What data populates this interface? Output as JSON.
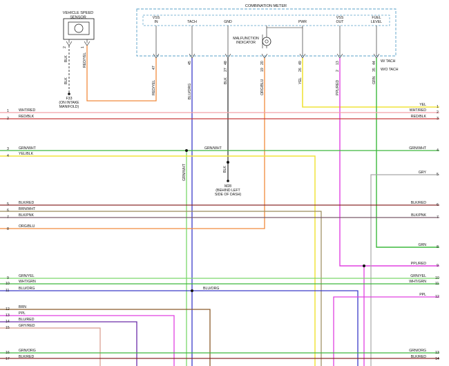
{
  "meter": {
    "title": "COMBINATION METER",
    "pins": [
      "VSS\nIN",
      "TACH",
      "GND",
      "PWR",
      "VSS\nOUT",
      "FUEL\nLEVEL"
    ],
    "indicator": "MALFUNCTION\nINDICATOR",
    "tach_notes": [
      "W/ TACH",
      "W/O TACH"
    ]
  },
  "sensor": {
    "title": "VEHICLE SPEED\nSENSOR",
    "pin_numbers": [
      "2",
      "1"
    ],
    "wire_colors": [
      "BLK",
      "RED/YEL"
    ]
  },
  "ground_f33": {
    "label": "F33\n(ON INTAKE\nMANIFOLD)",
    "wire": "BLK"
  },
  "ground_m28": {
    "label": "M28\n(BEHIND LEFT\nSIDE OF DASH)",
    "wire": "BLK"
  },
  "meter_wires": [
    {
      "pin": "47",
      "color": "RED/YEL"
    },
    {
      "pin": "45",
      "color": "BLU/ORG"
    },
    {
      "pin": "48",
      "pin_alt": "27",
      "color": "BLK"
    },
    {
      "pin": "20",
      "pin_alt": "19",
      "color": "ORG/BLU"
    },
    {
      "pin": "49",
      "pin_alt": "26",
      "color": "YEL"
    },
    {
      "pin": "13",
      "pin_alt": "2",
      "color": "PPL/RED"
    },
    {
      "pin": "44",
      "pin_alt": "35",
      "color": "GRN"
    }
  ],
  "trunk": {
    "grn_wht_vertical": "GRN/WHT",
    "blu_org_splice": "BLU/ORG",
    "grn_wht_mid": "GRN/WHT"
  },
  "left_rows": [
    {
      "num": "1",
      "label": "WHT/RED"
    },
    {
      "num": "2",
      "label": "RED/BLK"
    },
    {
      "num": "3",
      "label": "GRN/WHT"
    },
    {
      "num": "4",
      "label": "YEL/BLK"
    },
    {
      "num": "5",
      "label": "BLK/RED"
    },
    {
      "num": "6",
      "label": "BRN/WHT"
    },
    {
      "num": "7",
      "label": "BLK/PNK"
    },
    {
      "num": "8",
      "label": "ORG/BLU"
    },
    {
      "num": "9",
      "label": "GRN/YEL"
    },
    {
      "num": "10",
      "label": "WHT/GRN"
    },
    {
      "num": "11",
      "label": "BLU/ORG"
    },
    {
      "num": "12",
      "label": "BRN"
    },
    {
      "num": "13",
      "label": "PPL"
    },
    {
      "num": "14",
      "label": "BLU/RED"
    },
    {
      "num": "15",
      "label": "GRY/RED"
    },
    {
      "num": "16",
      "label": "GRN/ORG"
    },
    {
      "num": "17",
      "label": "BLK/RED"
    }
  ],
  "right_rows": [
    {
      "num": "1",
      "label": "YEL"
    },
    {
      "num": "2",
      "label": "WHT/RED"
    },
    {
      "num": "3",
      "label": "RED/BLK"
    },
    {
      "num": "4",
      "label": "GRN/WHT"
    },
    {
      "num": "5",
      "label": "GRY"
    },
    {
      "num": "6",
      "label": "BLK/RED"
    },
    {
      "num": "7",
      "label": "BLK/PNK"
    },
    {
      "num": "8",
      "label": "GRN"
    },
    {
      "num": "9",
      "label": "PPL/RED"
    },
    {
      "num": "10",
      "label": "GRN/YEL"
    },
    {
      "num": "11",
      "label": "WHT/GRN"
    },
    {
      "num": "12",
      "label": "PPL"
    },
    {
      "num": "13",
      "label": "GRN/ORG"
    },
    {
      "num": "14",
      "label": "BLK/RED"
    }
  ],
  "colors": {
    "red": "#e8413a",
    "pink": "#f2a0a8",
    "orange": "#f08a3c",
    "blue": "#3a3ac8",
    "yellow": "#f0e33a",
    "magenta": "#e040e0",
    "green": "#3cb83c",
    "gray": "#a8a8a8",
    "brown": "#8a5a2a",
    "dark_red": "#8a2a2a",
    "olive": "#9a8a5a",
    "purple": "#6a2aa8",
    "light_green": "#7ad86a",
    "salmon": "#d89a8a",
    "dash": "#5aa0c8"
  }
}
